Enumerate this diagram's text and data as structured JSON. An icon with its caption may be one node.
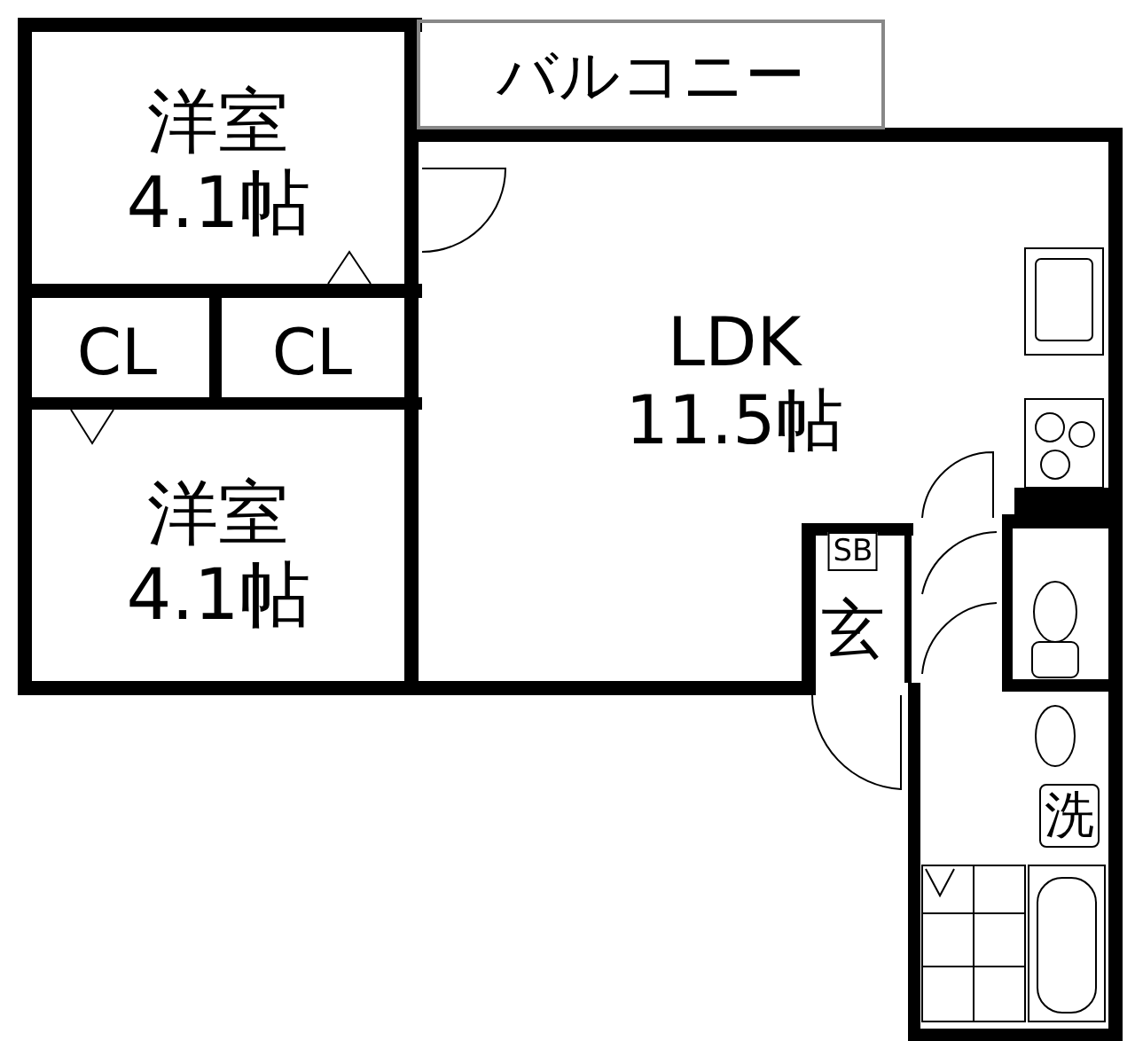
{
  "diagram": {
    "nodes": [
      {
        "text": [
          "洋室",
          "4.1帖"
        ]
      },
      {
        "text": [
          "CL"
        ]
      },
      {
        "text": [
          "CL"
        ]
      },
      {
        "text": [
          "洋室",
          "4.1帖"
        ]
      },
      {
        "text": [
          "バルコニー"
        ]
      },
      {
        "text": [
          "LDK",
          "11.5帖"
        ]
      },
      {
        "text": [
          "SB"
        ]
      },
      {
        "text": [
          "玄"
        ]
      },
      {
        "text": [
          "洗"
        ]
      }
    ]
  }
}
